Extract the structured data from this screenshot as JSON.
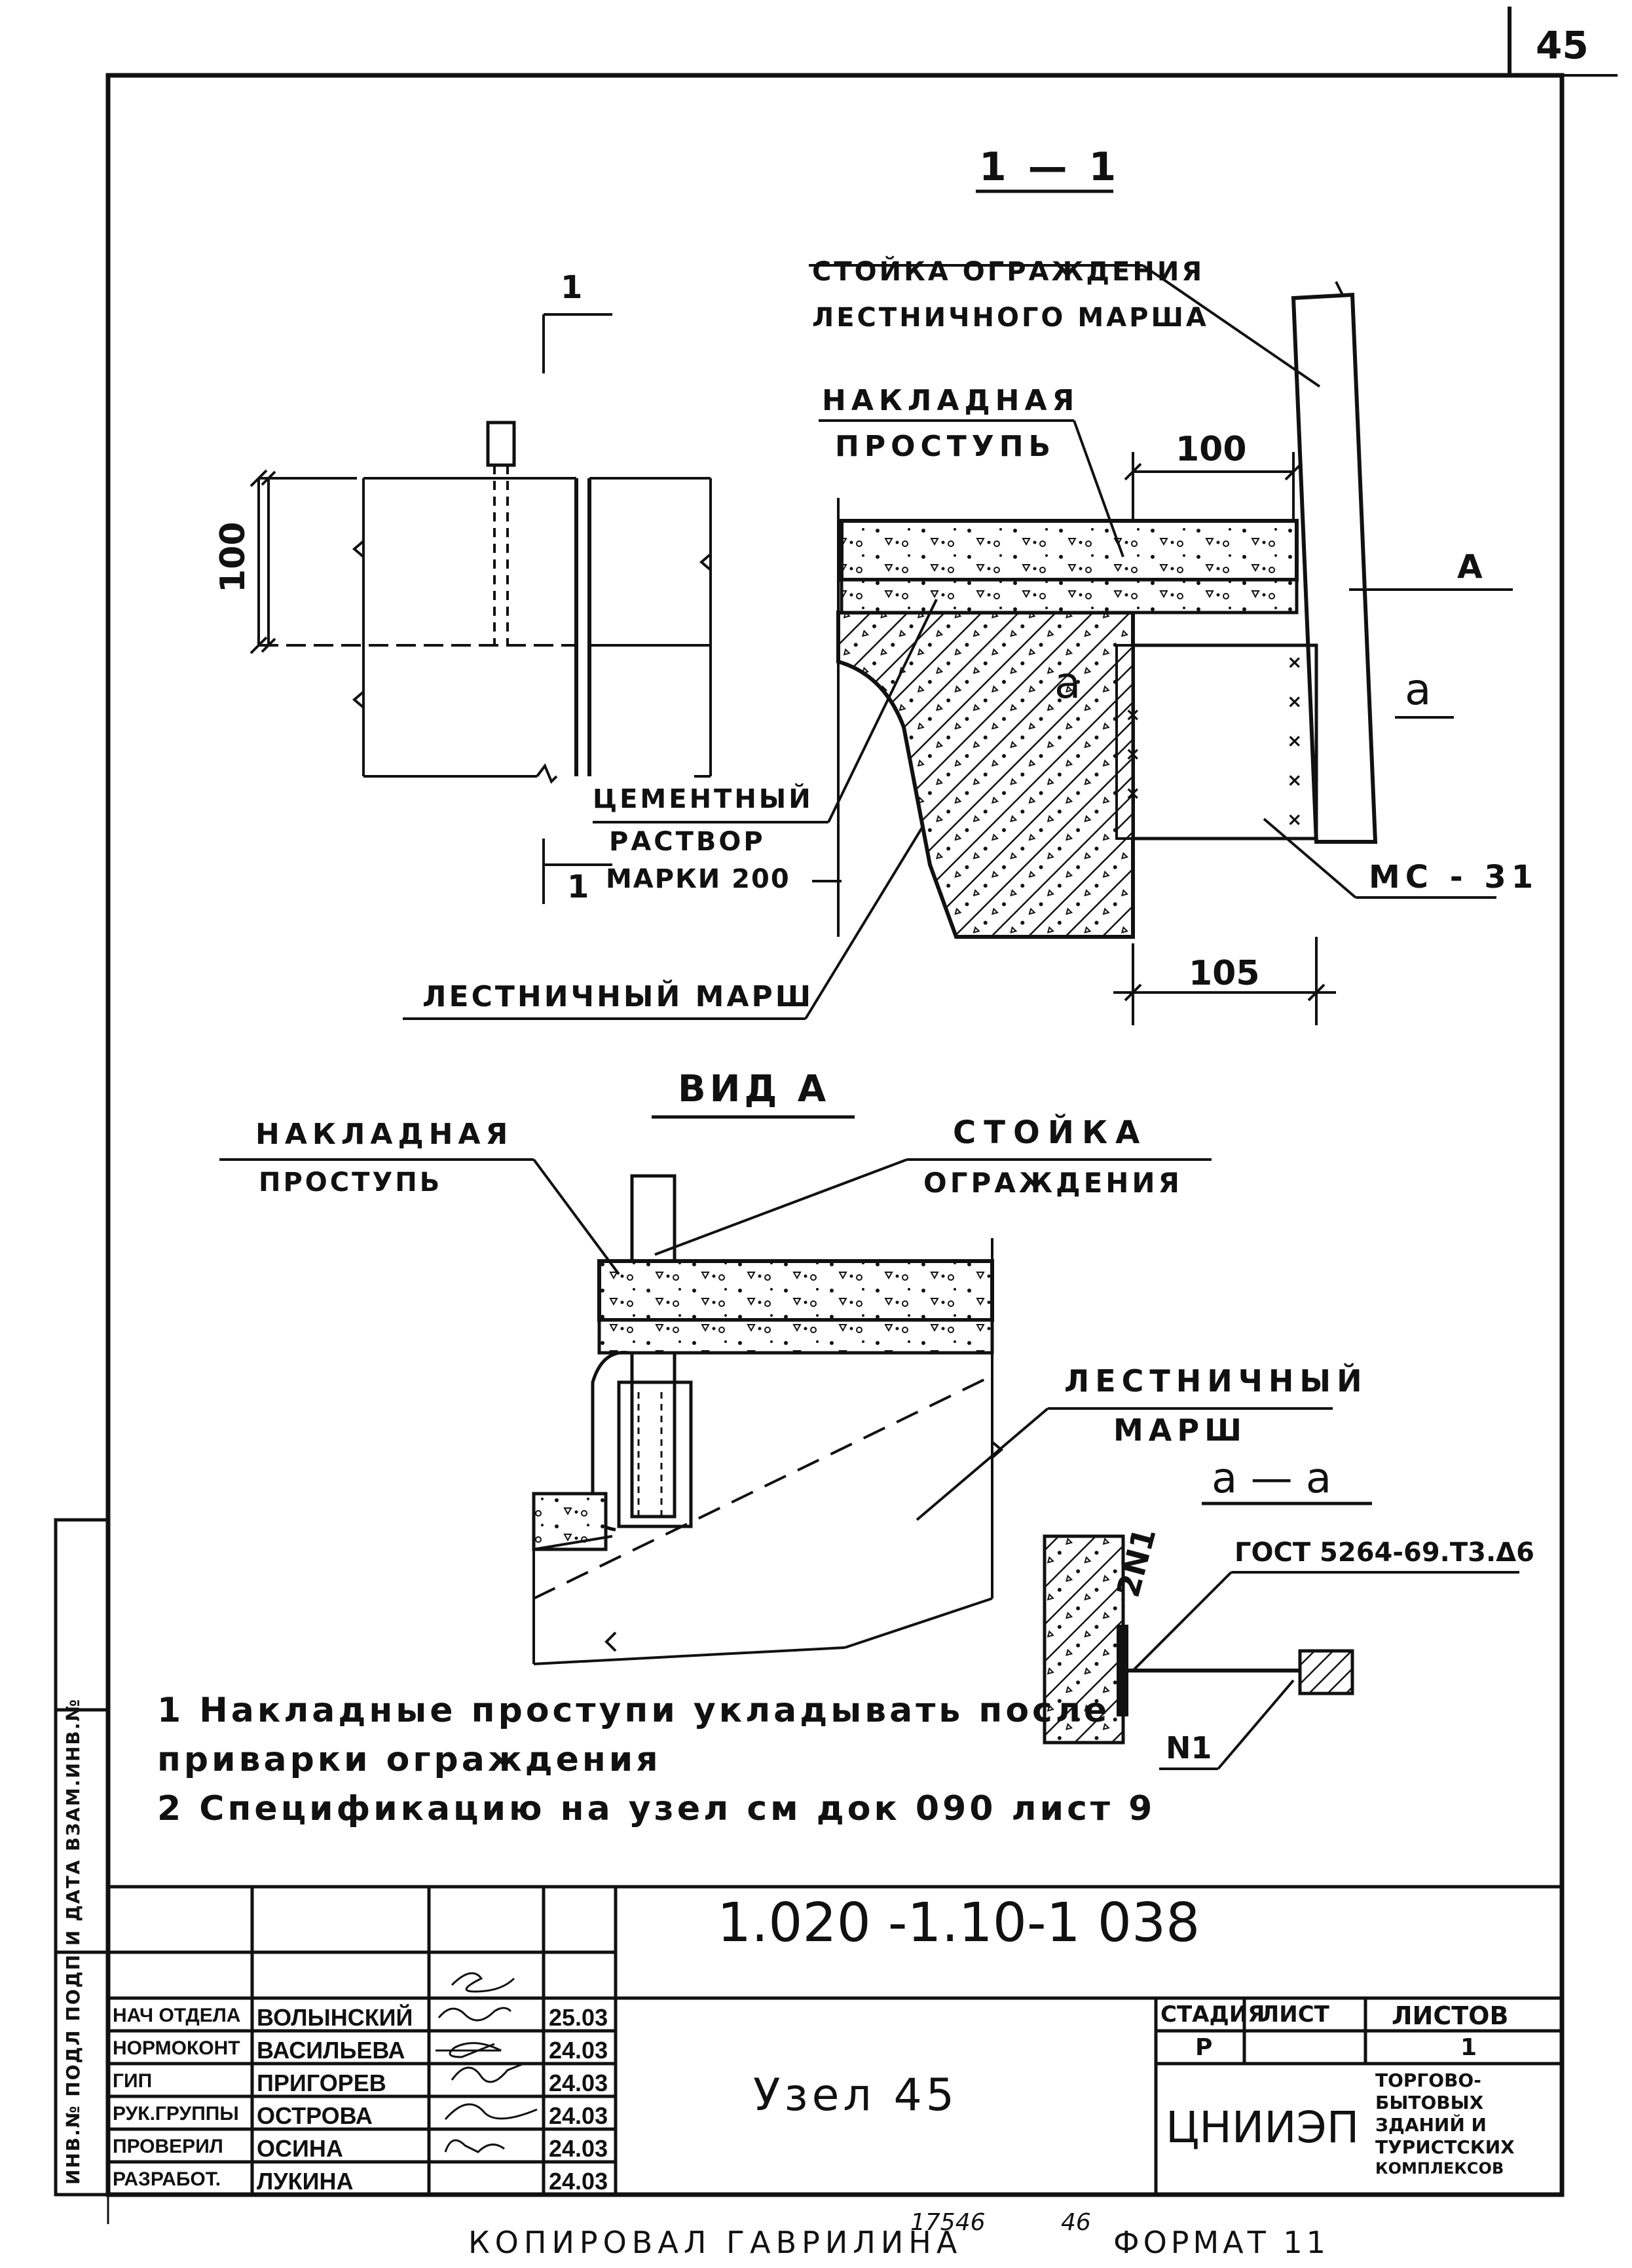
{
  "sheet_number": "45",
  "section_11": {
    "title": "1 — 1"
  },
  "cut_mark": "1",
  "labels": {
    "post_line1": "СТОЙКА ОГРАЖДЕНИЯ",
    "post_line2": "ЛЕСТНИЧНОГО МАРША",
    "tread_line1": "НАКЛАДНАЯ",
    "tread_line2": "ПРОСТУПЬ",
    "mortar_line1": "ЦЕМЕНТНЫЙ",
    "mortar_line2": "РАСТВОР",
    "mortar_line3": "МАРКИ 200",
    "flight": "ЛЕСТНИЧНЫЙ МАРШ",
    "mc": "МС - 31",
    "a_letter": "a",
    "view_a_mark": "А"
  },
  "dimensions": {
    "d100_top": "100",
    "d100_left": "100",
    "d105": "105"
  },
  "view_a": {
    "title": "ВИД А",
    "tread_line1": "НАКЛАДНАЯ",
    "tread_line2": "ПРОСТУПЬ",
    "post_line1": "СТОЙКА",
    "post_line2": "ОГРАЖДЕНИЯ",
    "flight_line1": "ЛЕСТНИЧНЫЙ",
    "flight_line2": "МАРШ"
  },
  "section_aa": {
    "title": "a — a",
    "gost": "ГОСТ 5264-69.Т3.Δ6",
    "weld": "2N1",
    "part": "N1"
  },
  "notes": [
    "1 Накладные проступи укладывать после",
    "приварки ограждения",
    "2 Спецификацию на узел см док 090 лист 9"
  ],
  "title_block": {
    "code": "1.020 -1.10-1 038",
    "name": "Узел 45",
    "stage_header": "СТАДИЯ",
    "sheet_header": "ЛИСТ",
    "sheets_header": "ЛИСТОВ",
    "stage": "Р",
    "sheets": "1",
    "org": "ЦНИИЭП",
    "org_desc": [
      "ТОРГОВО-",
      "БЫТОВЫХ",
      "ЗДАНИЙ И",
      "ТУРИСТСКИХ",
      "КОМПЛЕКСОВ"
    ],
    "staff": [
      {
        "role": "НАЧ ОТДЕЛА",
        "name": "ВОЛЫНСКИЙ",
        "date": "25.03"
      },
      {
        "role": "НОРМОКОНТ",
        "name": "ВАСИЛЬЕВА",
        "date": "24.03"
      },
      {
        "role": "ГИП",
        "name": "ПРИГОРЕВ",
        "date": "24.03"
      },
      {
        "role": "РУК.ГРУППЫ",
        "name": "ОСТРОВА",
        "date": "24.03"
      },
      {
        "role": "ПРОВЕРИЛ",
        "name": "ОСИНА",
        "date": "24.03"
      },
      {
        "role": "РАЗРАБОТ.",
        "name": "ЛУКИНА",
        "date": "24.03"
      }
    ]
  },
  "side_stamp": "ИНВ.№ ПОДЛ   ПОДП И ДАТА   ВЗАМ.ИНВ.№",
  "footer": {
    "copied": "КОПИРОВАЛ ГАВРИЛИНА",
    "num1": "17546",
    "num2": "46",
    "format": "ФОРМАТ 11"
  }
}
